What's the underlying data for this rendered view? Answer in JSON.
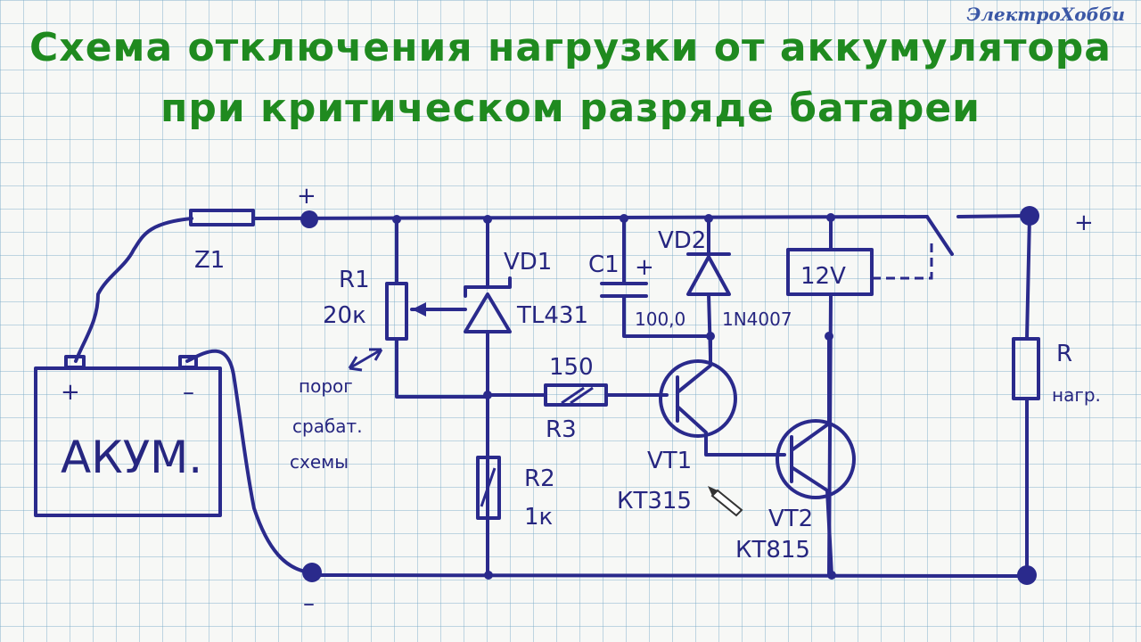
{
  "brand": "ЭлектроХобби",
  "title": {
    "line1": "Схема отключения нагрузки от аккумулятора",
    "line2": "при критическом разряде батареи"
  },
  "labels": {
    "plus_top": "+",
    "plus_right": "+",
    "minus_bottom": "–",
    "fuse": "Z1",
    "r1_name": "R1",
    "r1_value": "20к",
    "vd1_name": "VD1",
    "vd1_part": "TL431",
    "c1_name": "C1",
    "c1_plus": "+",
    "c1_value": "100,0",
    "vd2_name": "VD2",
    "vd2_part": "1N4007",
    "relay": "12V",
    "threshold_1": "порог",
    "threshold_2": "срабат.",
    "threshold_3": "схемы",
    "r3_value": "150",
    "r3_name": "R3",
    "r2_name": "R2",
    "r2_value": "1к",
    "vt1_name": "VT1",
    "vt1_part": "КТ315",
    "vt2_name": "VT2",
    "vt2_part": "КТ815",
    "load_name": "R",
    "load_sub": "нагр.",
    "battery": "АКУМ.",
    "battery_plus": "+",
    "battery_minus": "–"
  },
  "colors": {
    "title": "#1f8a1f",
    "ink": "#2a2a8c",
    "brand": "#3b58a6"
  },
  "icons": [
    "pencil-cursor-icon"
  ]
}
